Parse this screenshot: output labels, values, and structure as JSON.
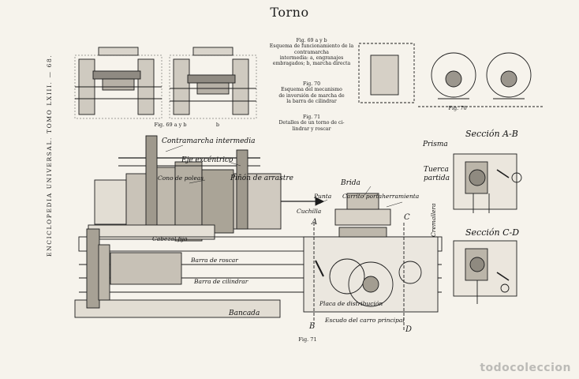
{
  "page": {
    "title": "Torno",
    "side_text": "ENCICLOPEDIA UNIVERSAL. TOMO LXIII. — 68."
  },
  "captions": {
    "fig69_text": "Fig. 69 a y b\nEsquema de funcionamiento de la contramarcha\nintermedia: a, engranajes\nembragados; b, marcha directa",
    "fig70_text": "Fig. 70\nEsquema del mecanismo\nde inversión de marcha de\nla barra de cilindrar",
    "fig71_text": "Fig. 71\nDetalles de un torno de ci-\nlindrar y roscar"
  },
  "fig_labels": {
    "fig69": "Fig. 69 a y b",
    "fig69_b": "b",
    "fig70": "Fig. 70",
    "fig71": "Fig. 71"
  },
  "labels": {
    "contramarcha": "Contramarcha intermedia",
    "eje_excentrico": "Eje excéntrico",
    "cono_poleas": "Cono de poleas",
    "pinon_arrastre": "Piñón de arrastre",
    "brida": "Brida",
    "punta": "Punta",
    "carrito": "Carrito portaherramienta",
    "cuchilla": "Cuchilla",
    "cabezal": "Cabezal fijo",
    "barra_roscar": "Barra de roscar",
    "barra_cilindrar": "Barra de cilindrar",
    "bancada": "Bancada",
    "placa": "Placa de distribución",
    "escudo": "Escudo del carro principal",
    "cremallera": "Cremallera",
    "prisma": "Prisma",
    "tuerca": "Tuerca\npartida",
    "seccion_ab": "Sección A-B",
    "seccion_cd": "Sección C-D",
    "A": "A",
    "B": "B",
    "C": "C",
    "D": "D"
  },
  "watermark": "todocoleccion",
  "colors": {
    "paper": "#f6f3ec",
    "ink": "#1d1d1d"
  }
}
